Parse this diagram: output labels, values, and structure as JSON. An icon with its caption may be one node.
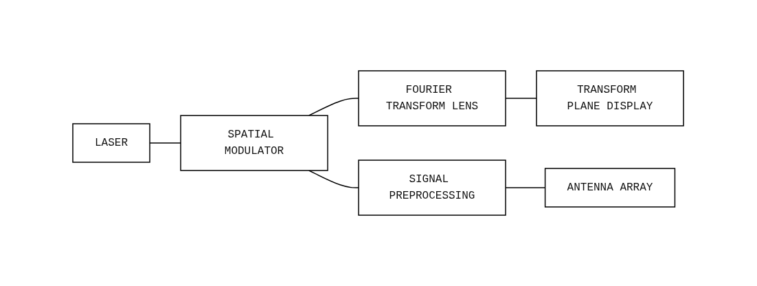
{
  "diagram": {
    "nodes": [
      {
        "text": [
          "LASER"
        ]
      },
      {
        "text": [
          "SPATIAL MODULATOR"
        ]
      },
      {
        "text": [
          "FOURIER TRANSFORM LENS"
        ]
      },
      {
        "text": [
          "TRANSFORM PLANE DISPLAY"
        ]
      },
      {
        "text": [
          "SIGNAL PREPROCESSING"
        ]
      },
      {
        "text": [
          "ANTENNA ARRAY"
        ]
      }
    ],
    "edges": [
      {
        "from": 0,
        "to": 1,
        "arrow": "none"
      },
      {
        "from": 1,
        "to": 2,
        "arrow": "none"
      },
      {
        "from": 2,
        "to": 3,
        "arrow": "none"
      },
      {
        "from": 1,
        "to": 4,
        "arrow": "none"
      },
      {
        "from": 4,
        "to": 5,
        "arrow": "none"
      }
    ]
  }
}
